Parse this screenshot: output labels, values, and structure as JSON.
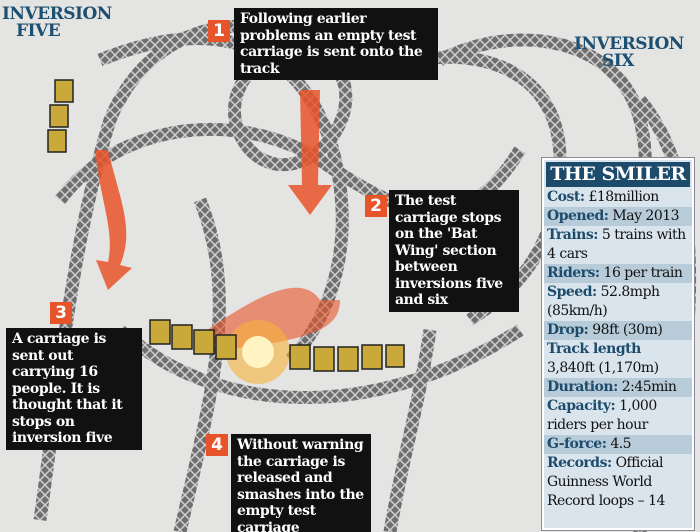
{
  "labels": {
    "inversion_five": [
      "INVERSION",
      "FIVE"
    ],
    "inversion_six": [
      "INVERSION",
      "SIX"
    ]
  },
  "callouts": [
    {
      "number": "1",
      "text": "Following earlier problems an empty test carriage is sent onto the track"
    },
    {
      "number": "2",
      "text": "The test carriage stops on the 'Bat Wing' section between inversions five and six"
    },
    {
      "number": "3",
      "text": "A carriage is sent out carrying 16 people. It is thought that it stops on inversion five"
    },
    {
      "number": "4",
      "text": "Without warning the carriage is released and smashes into the empty test carriage"
    }
  ],
  "facts": {
    "title": "THE SMILER",
    "rows": [
      {
        "key": "Cost:",
        "value": "£18million"
      },
      {
        "key": "Opened:",
        "value": "May 2013"
      },
      {
        "key": "Trains:",
        "value": "5 trains with 4 cars"
      },
      {
        "key": "Riders:",
        "value": "16 per train"
      },
      {
        "key": "Speed:",
        "value": "52.8mph (85km/h)"
      },
      {
        "key": "Drop:",
        "value": "98ft (30m)"
      },
      {
        "key": "Track length",
        "value": "3,840ft (1,170m)"
      },
      {
        "key": "Duration:",
        "value": "2:45min"
      },
      {
        "key": "Capacity:",
        "value": "1,000 riders per hour"
      },
      {
        "key": "G-force:",
        "value": "4.5"
      },
      {
        "key": "Records:",
        "value": "Official Guinness World Record loops – 14"
      }
    ]
  },
  "colors": {
    "accent": "#e8542a",
    "navy": "#1c4b6c",
    "panel": "#d9e4ec",
    "panel_alt": "#b8cbd8"
  }
}
